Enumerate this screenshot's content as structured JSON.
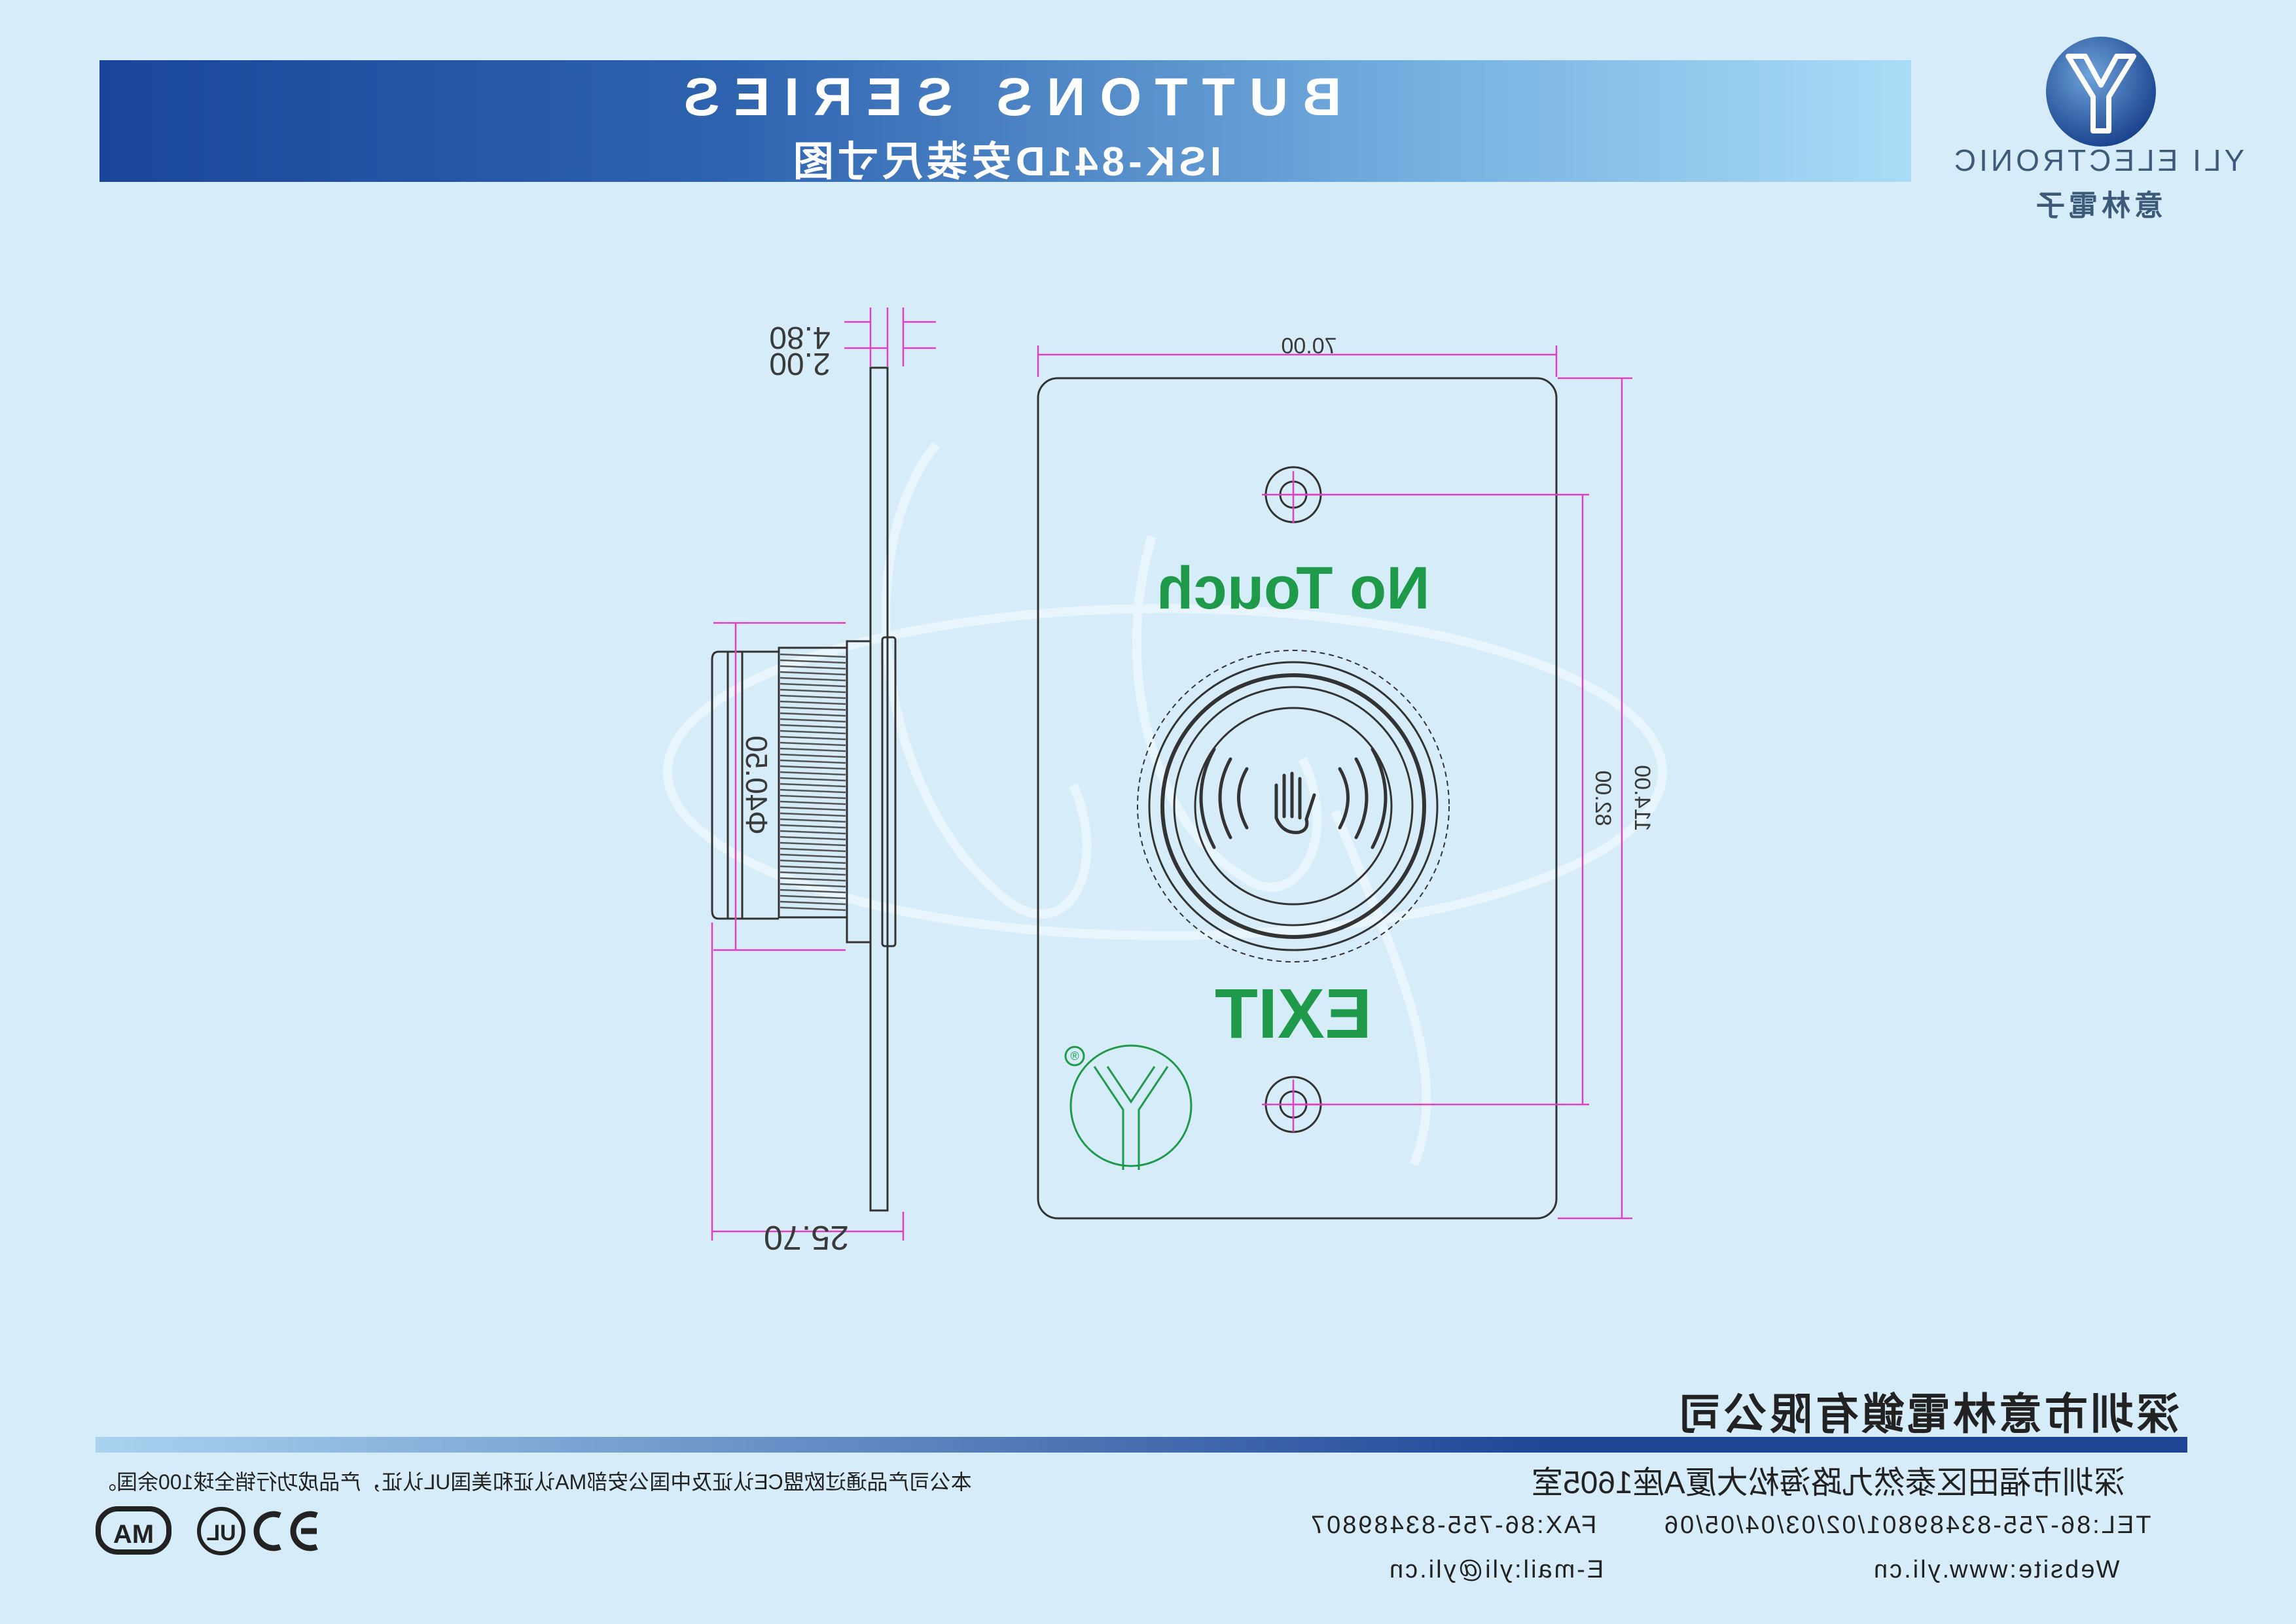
{
  "header": {
    "series_title": "BUTTONS SERIES",
    "subtitle": "ISK-841D安装尺寸图"
  },
  "brand": {
    "name": "YLI ELECTRONIC",
    "name_cn": "意林電子"
  },
  "drawing": {
    "dimensions": {
      "depth_total": "4.80",
      "plate_thickness": "2.00",
      "width": "70.00",
      "height": "114.00",
      "hole_spacing": "82.00",
      "diameter": "Φ40.50",
      "body_length": "25.70"
    },
    "plate_text_top": "No Touch",
    "plate_text_bottom": "EXIT",
    "registered_mark": "®"
  },
  "company": {
    "name": "深圳市意林電鎖有限公司",
    "address": "深圳市福田区泰然九路海松大厦A座1605室",
    "tel": "TEL:86-755-83489801/02/03/04/05/06",
    "fax": "FAX:86-755-83489807",
    "website": "Website:www.yli.cn",
    "email": "E-mail:yli@yli.cn",
    "cert_note": "本公司产品通过欧盟CE认证及中国公安部MA认证和美国UL认证，产品成功行销全球100余国。",
    "cert_icons": [
      "ma-cert-icon",
      "ul-cert-icon",
      "ce-cert-icon"
    ]
  },
  "colors": {
    "background": "#d6ecf9",
    "banner_start": "#1a4699",
    "banner_end": "#a9dcf6",
    "dimension_line": "#e040c0",
    "green_text": "#1f9a4a",
    "brand_blue": "#1a4f9c",
    "footer_bar": "#1e4596"
  }
}
